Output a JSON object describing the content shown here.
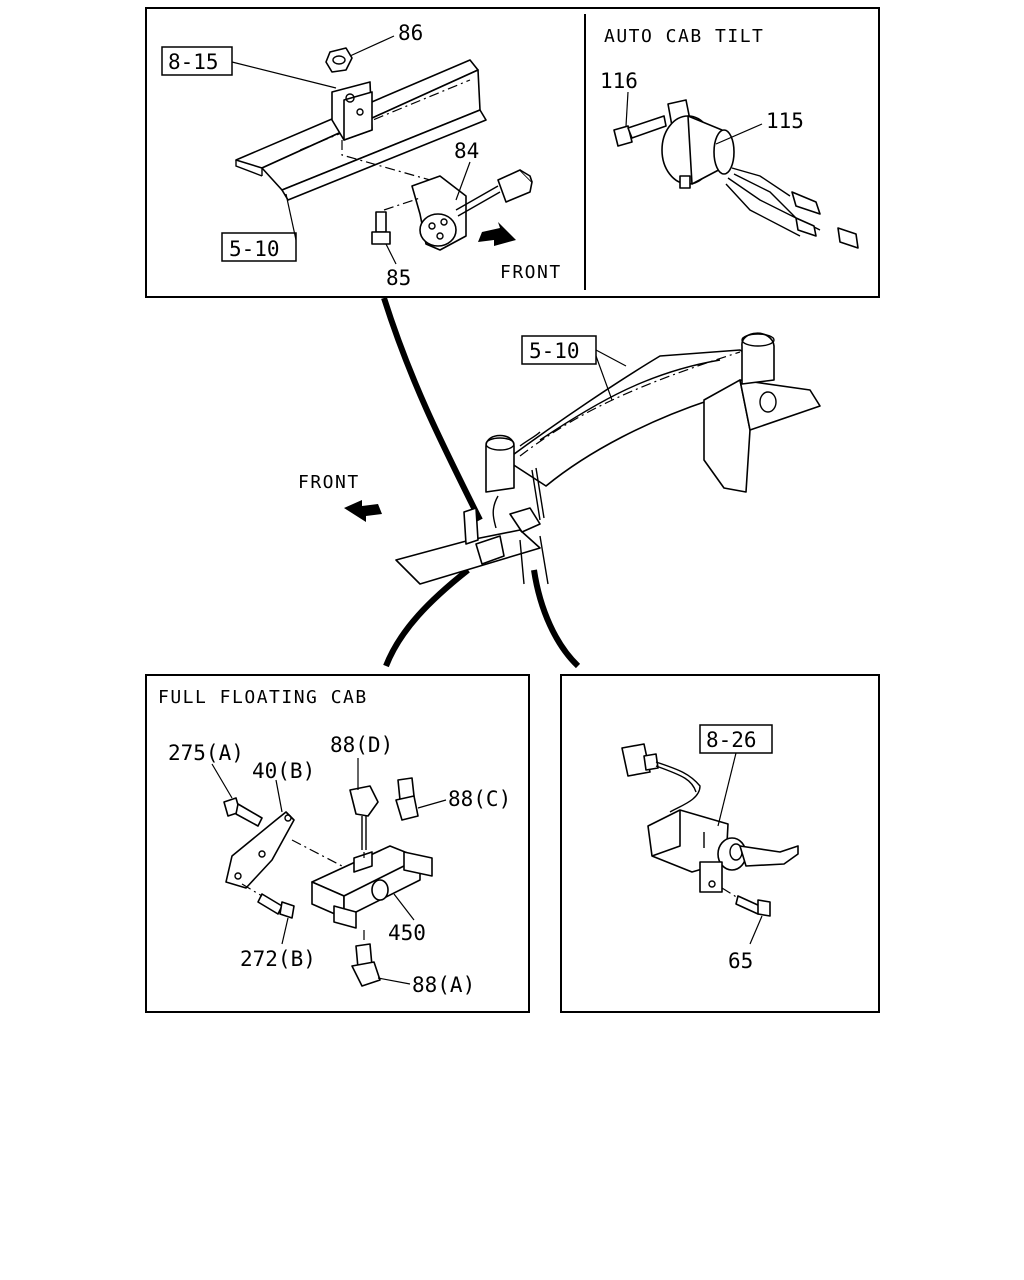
{
  "panels": {
    "mount": {
      "refs": [
        "8-15",
        "5-10"
      ],
      "callouts": [
        "86",
        "84",
        "85"
      ],
      "direction": "FRONT"
    },
    "auto_tilt": {
      "caption": "AUTO CAB TILT",
      "callouts": [
        "116",
        "115"
      ]
    },
    "overview": {
      "refs": [
        "5-10"
      ],
      "direction": "FRONT"
    },
    "full_floating": {
      "caption": "FULL FLOATING CAB",
      "callouts": [
        "275(A)",
        "40(B)",
        "88(D)",
        "88(C)",
        "450",
        "272(B)",
        "88(A)"
      ]
    },
    "switch": {
      "refs": [
        "8-26"
      ],
      "callouts": [
        "65"
      ]
    }
  }
}
